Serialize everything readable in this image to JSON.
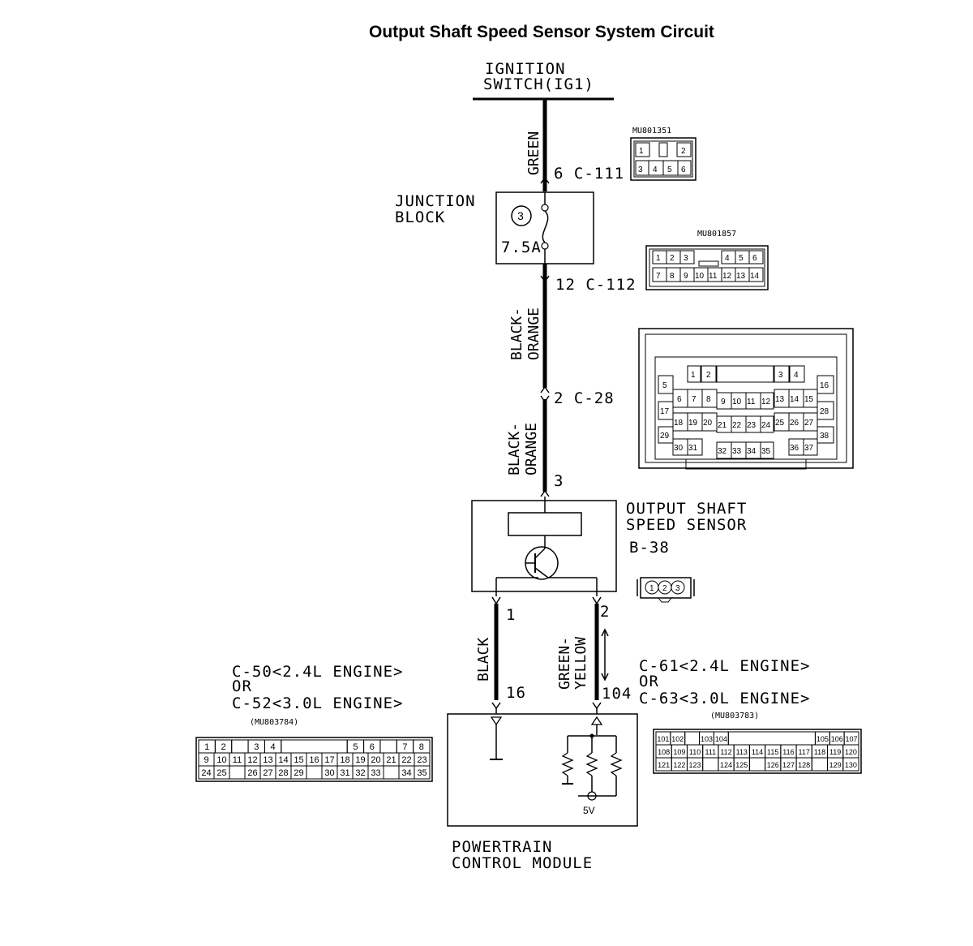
{
  "title": "Output Shaft Speed Sensor System Circuit",
  "ignition": {
    "line1": "IGNITION",
    "line2": "SWITCH(IG1)"
  },
  "wires": {
    "green": "GREEN",
    "black_orange_1a": "BLACK-",
    "black_orange_1b": "ORANGE",
    "black_orange_2a": "BLACK-",
    "black_orange_2b": "ORANGE",
    "black": "BLACK",
    "green_yellow_a": "GREEN-",
    "green_yellow_b": "YELLOW"
  },
  "pins": {
    "c111": "6 C-111",
    "c112": "12 C-112",
    "c28": "2 C-28",
    "sensor_3": "3",
    "sensor_1": "1",
    "sensor_2": "2",
    "pcm_16": "16",
    "pcm_104": "104"
  },
  "junction_block": {
    "line1": "JUNCTION",
    "line2": "BLOCK",
    "fuse_no": "3",
    "fuse_rating": "7.5A"
  },
  "sensor": {
    "line1": "OUTPUT SHAFT",
    "line2": "SPEED SENSOR",
    "code": "B-38",
    "pins": [
      "1",
      "2",
      "3"
    ]
  },
  "pcm": {
    "line1": "POWERTRAIN",
    "line2": "CONTROL MODULE",
    "voltage": "5V"
  },
  "left_connector": {
    "line1": "C-50<2.4L ENGINE>",
    "line2": "OR",
    "line3": "C-52<3.0L ENGINE>",
    "part_no": "(MU803784)",
    "rows": [
      [
        "1",
        "2",
        "",
        "3",
        "4",
        "",
        "",
        "",
        "",
        "5",
        "6",
        "",
        "7",
        "8"
      ],
      [
        "9",
        "10",
        "11",
        "12",
        "13",
        "14",
        "15",
        "16",
        "17",
        "18",
        "19",
        "20",
        "21",
        "22",
        "23"
      ],
      [
        "24",
        "25",
        "",
        "26",
        "27",
        "28",
        "29",
        "",
        "30",
        "31",
        "32",
        "33",
        "",
        "34",
        "35"
      ]
    ]
  },
  "right_connector": {
    "line1": "C-61<2.4L ENGINE>",
    "line2": "OR",
    "line3": "C-63<3.0L ENGINE>",
    "part_no": "(MU803783)",
    "rows": [
      [
        "101",
        "102",
        "",
        "103",
        "104",
        "",
        "",
        "",
        "",
        "",
        "",
        "105",
        "106",
        "107"
      ],
      [
        "108",
        "109",
        "110",
        "111",
        "112",
        "113",
        "114",
        "115",
        "116",
        "117",
        "118",
        "119",
        "120"
      ],
      [
        "121",
        "122",
        "123",
        "",
        "124",
        "125",
        "",
        "126",
        "127",
        "128",
        "",
        "129",
        "130"
      ]
    ]
  },
  "conn_c111": {
    "part_no": "MU801351",
    "top": [
      "1",
      "",
      "2"
    ],
    "bottom": [
      "3",
      "4",
      "5",
      "6"
    ]
  },
  "conn_c112": {
    "part_no": "MU801857",
    "top": [
      "1",
      "2",
      "3",
      "",
      "4",
      "5",
      "6"
    ],
    "bottom": [
      "7",
      "8",
      "9",
      "10",
      "11",
      "12",
      "13",
      "14"
    ]
  },
  "conn_c28": {
    "rows": [
      [
        "1",
        "2",
        "3",
        "4"
      ],
      [
        "5",
        "16"
      ],
      [
        "6",
        "7",
        "8",
        "9",
        "10",
        "11",
        "12",
        "13",
        "14",
        "15"
      ],
      [
        "17",
        "28"
      ],
      [
        "18",
        "19",
        "20",
        "21",
        "22",
        "23",
        "24",
        "25",
        "26",
        "27"
      ],
      [
        "29",
        "38"
      ],
      [
        "30",
        "31",
        "32",
        "33",
        "34",
        "35",
        "36",
        "37"
      ]
    ]
  }
}
